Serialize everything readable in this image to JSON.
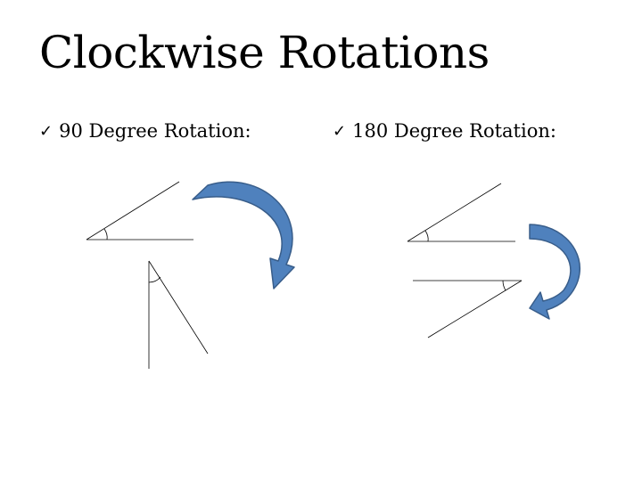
{
  "slide": {
    "title": "Clockwise Rotations",
    "bullets": [
      {
        "icon": "checkmark-icon",
        "glyph": "✓",
        "text": "90 Degree Rotation:"
      },
      {
        "icon": "checkmark-icon",
        "glyph": "✓",
        "text": "180 Degree Rotation:"
      }
    ],
    "colors": {
      "arrow_fill": "#4f81bd",
      "arrow_stroke": "#385d8a",
      "line": "#000000"
    }
  }
}
